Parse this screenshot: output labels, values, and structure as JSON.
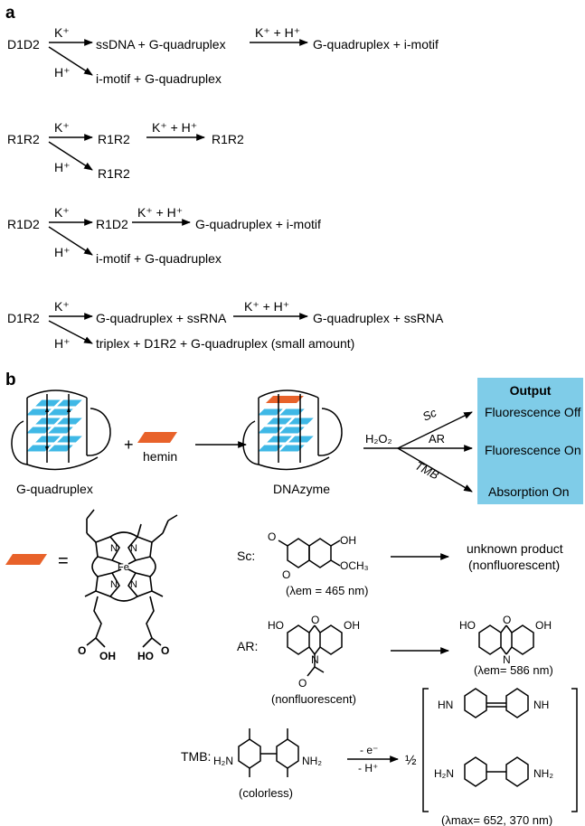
{
  "panel_a": {
    "label": "a",
    "rows": [
      {
        "name": "D1D2",
        "k": "K⁺",
        "kh": "K⁺ + H⁺",
        "h": "H⁺",
        "k_product": "ssDNA + G-quadruplex",
        "kh_product": "G-quadruplex + i-motif",
        "h_product": "i-motif + G-quadruplex"
      },
      {
        "name": "R1R2",
        "k": "K⁺",
        "kh": "K⁺ + H⁺",
        "h": "H⁺",
        "k_product": "R1R2",
        "kh_product": "R1R2",
        "h_product": "R1R2"
      },
      {
        "name": "R1D2",
        "k": "K⁺",
        "kh": "K⁺ + H⁺",
        "h": "H⁺",
        "k_product": "R1D2",
        "kh_product": "G-quadruplex + i-motif",
        "h_product": "i-motif + G-quadruplex"
      },
      {
        "name": "D1R2",
        "k": "K⁺",
        "kh": "K⁺ + H⁺",
        "h": "H⁺",
        "k_product": "G-quadruplex + ssRNA",
        "kh_product": "G-quadruplex + ssRNA",
        "h_product": "triplex + D1R2 + G-quadruplex (small amount)"
      }
    ]
  },
  "panel_b": {
    "label": "b",
    "gquad_label": "G-quadruplex",
    "plus": "+",
    "hemin_label": "hemin",
    "dnazyme_label": "DNAzyme",
    "h2o2": "H₂O₂",
    "branch_sc": "Sc",
    "branch_ar": "AR",
    "branch_tmb": "TMB",
    "output_title": "Output",
    "output_items": [
      "Fluorescence Off",
      "Fluorescence On",
      "Absorption On"
    ],
    "equals": "=",
    "fe": "Fe",
    "sc_label": "Sc:",
    "sc_lambda": "(λem = 465 nm)",
    "sc_product_1": "unknown product",
    "sc_product_2": "(nonfluorescent)",
    "ar_label": "AR:",
    "ar_substrate_note": "(nonfluorescent)",
    "ar_lambda": "(λem= 586 nm)",
    "tmb_label": "TMB:",
    "tmb_note": "(colorless)",
    "tmb_e": "- e⁻",
    "tmb_h": "- H⁺",
    "half": "½",
    "tmb_lambda": "(λmax= 652, 370 nm)",
    "colors": {
      "cyan": "#3fb8e6",
      "orange": "#e8622a",
      "output_bg": "#7fcce8"
    }
  }
}
